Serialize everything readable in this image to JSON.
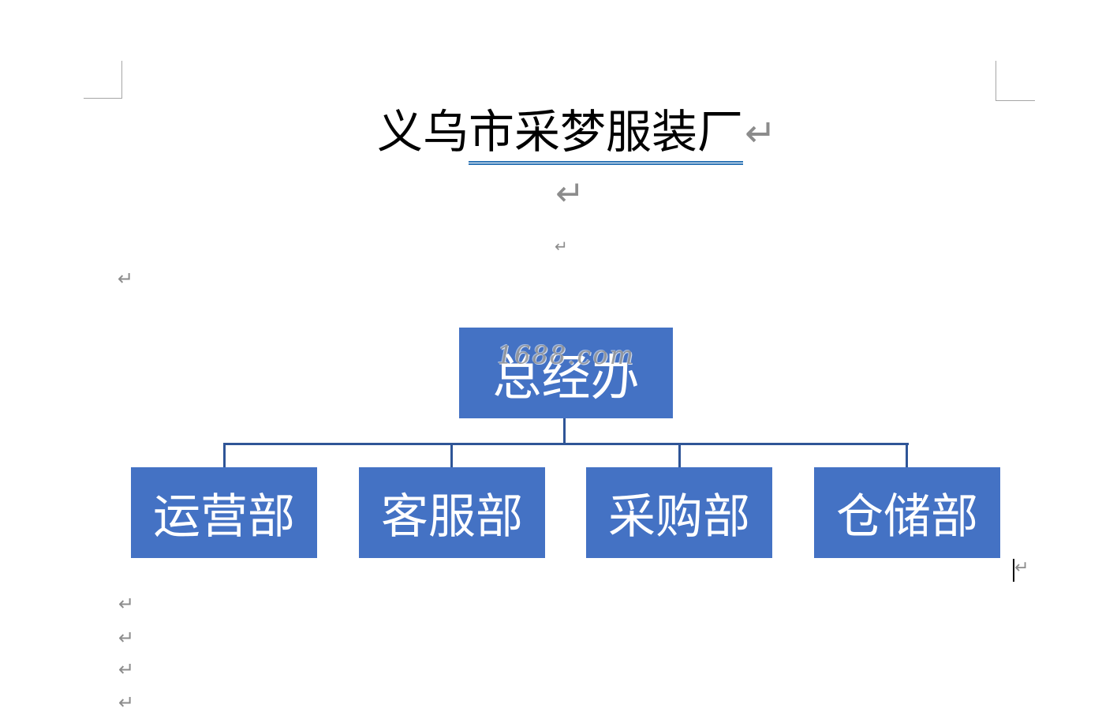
{
  "document": {
    "title": {
      "prefix": "义乌",
      "underlined": "市采梦服装厂"
    }
  },
  "org_chart": {
    "root": {
      "label": "总经办"
    },
    "departments": [
      {
        "label": "运营部"
      },
      {
        "label": "客服部"
      },
      {
        "label": "采购部"
      },
      {
        "label": "仓储部"
      }
    ]
  },
  "watermark": {
    "text": "1688.com"
  },
  "glyphs": {
    "paragraph_mark": "↵"
  },
  "colors": {
    "box-fill": "#4472c4",
    "connector": "#2f5597",
    "underline": "#2e74b5",
    "mark-gray": "#8c8c8c",
    "crop-mark": "#a6a6a6",
    "caret": "#000000",
    "box-text": "#ffffff",
    "title-text": "#000000",
    "page-bg": "#ffffff",
    "watermark-color": "#9a9a9a"
  }
}
